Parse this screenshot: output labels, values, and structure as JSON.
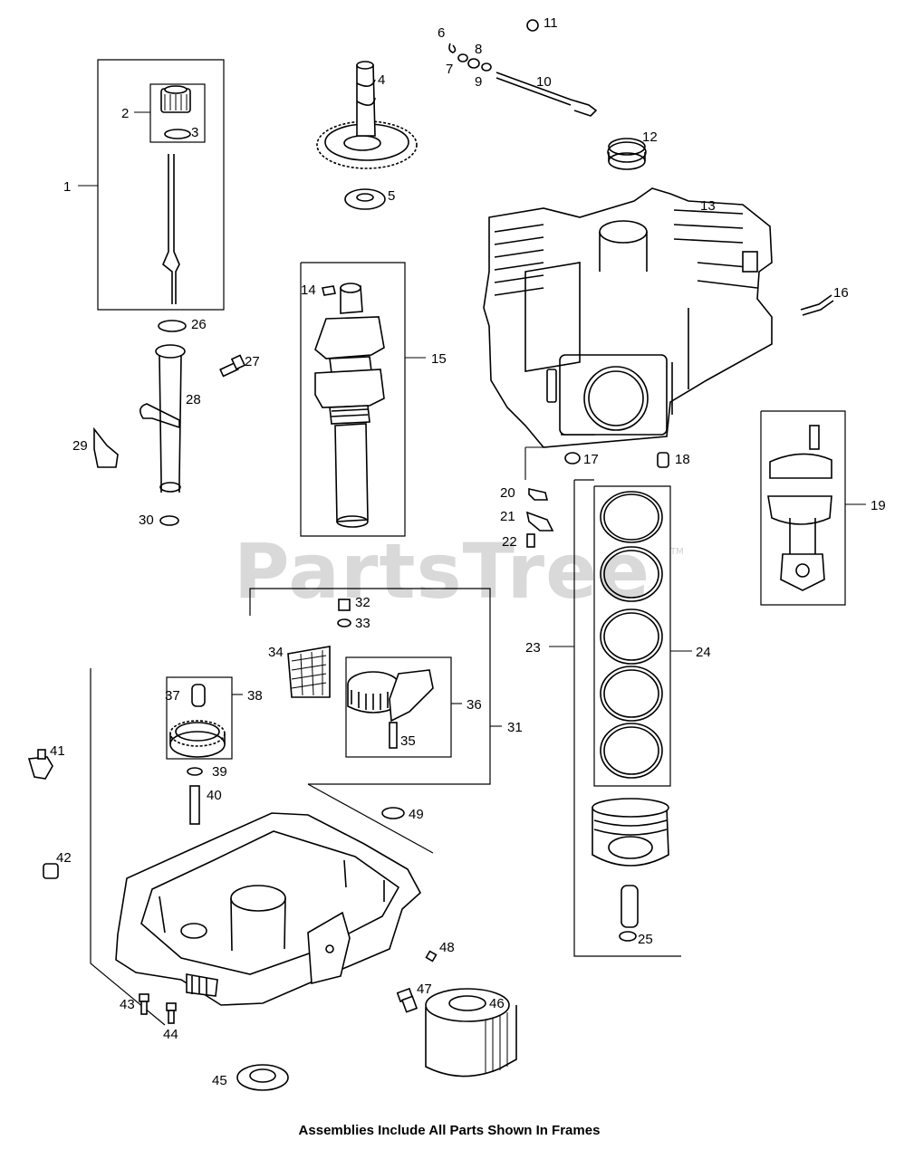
{
  "watermark": {
    "text": "PartsTree",
    "tm": "TM"
  },
  "footer": "Assemblies Include All Parts Shown In Frames",
  "callouts": [
    "1",
    "2",
    "3",
    "4",
    "5",
    "6",
    "7",
    "8",
    "9",
    "10",
    "11",
    "12",
    "13",
    "14",
    "15",
    "16",
    "17",
    "18",
    "19",
    "20",
    "21",
    "22",
    "23",
    "24",
    "25",
    "26",
    "27",
    "28",
    "29",
    "30",
    "31",
    "32",
    "33",
    "34",
    "35",
    "36",
    "37",
    "38",
    "39",
    "40",
    "41",
    "42",
    "43",
    "44",
    "45",
    "46",
    "47",
    "48",
    "49"
  ]
}
